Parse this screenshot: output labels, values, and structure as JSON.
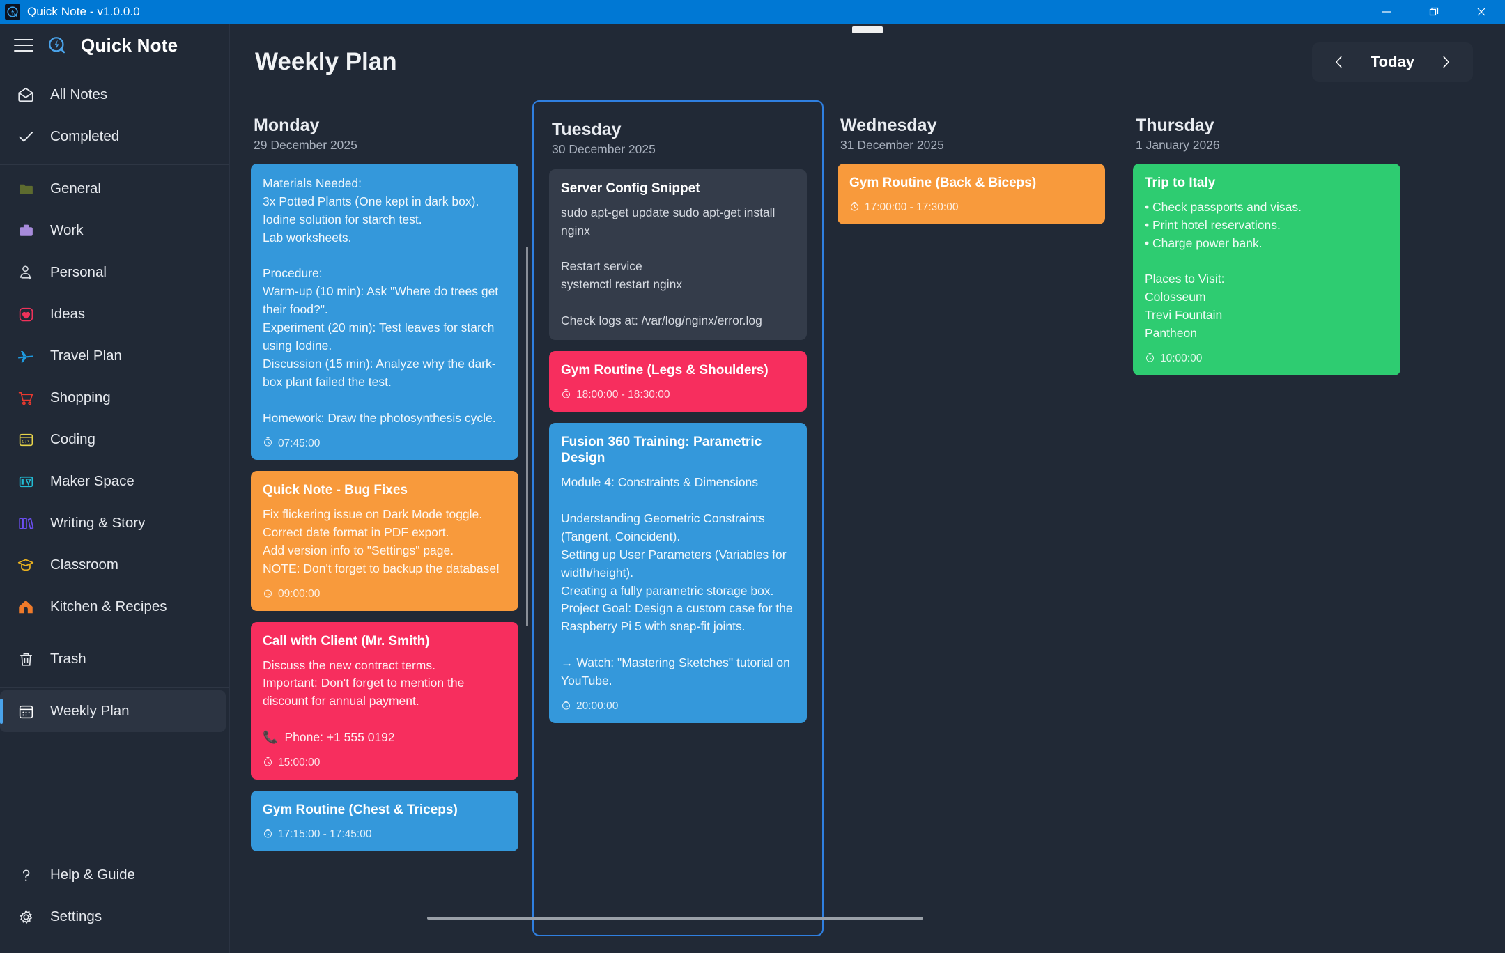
{
  "window": {
    "title": "Quick Note - v1.0.0.0",
    "app_icon": "quick-note-logo-icon",
    "minimize": "minimize-icon",
    "maximize": "restore-icon",
    "close": "close-icon"
  },
  "sidebar": {
    "brand": "Quick Note",
    "menu_icon": "hamburger-icon",
    "top_items": [
      {
        "label": "All Notes",
        "icon": "envelope-icon"
      },
      {
        "label": "Completed",
        "icon": "check-icon"
      }
    ],
    "folders": [
      {
        "label": "General",
        "icon": "folder-icon",
        "color": "#5d6b2f"
      },
      {
        "label": "Work",
        "icon": "briefcase-icon",
        "color": "#a78bdb"
      },
      {
        "label": "Personal",
        "icon": "person-icon",
        "color": "#d5d9df"
      },
      {
        "label": "Ideas",
        "icon": "heart-icon",
        "color": "#f0325a"
      },
      {
        "label": "Travel Plan",
        "icon": "airplane-icon",
        "color": "#1e9ae0"
      },
      {
        "label": "Shopping",
        "icon": "shopping-cart-icon",
        "color": "#e8392f"
      },
      {
        "label": "Coding",
        "icon": "terminal-icon",
        "color": "#e8d44a"
      },
      {
        "label": "Maker Space",
        "icon": "toolbox-icon",
        "color": "#22bcd4"
      },
      {
        "label": "Writing & Story",
        "icon": "books-icon",
        "color": "#6b4ef0"
      },
      {
        "label": "Classroom",
        "icon": "graduation-cap-icon",
        "color": "#e8b020"
      },
      {
        "label": "Kitchen & Recipes",
        "icon": "house-icon",
        "color": "#ef7a2a"
      }
    ],
    "trash": {
      "label": "Trash",
      "icon": "trash-icon"
    },
    "selected": {
      "label": "Weekly Plan",
      "icon": "calendar-icon"
    },
    "bottom_items": [
      {
        "label": "Help & Guide",
        "icon": "question-mark-icon"
      },
      {
        "label": "Settings",
        "icon": "gear-icon"
      }
    ]
  },
  "header": {
    "title": "Weekly Plan",
    "prev": "chevron-left-icon",
    "today": "Today",
    "next": "chevron-right-icon"
  },
  "board": {
    "columns": [
      {
        "day": "Monday",
        "date": "29 December 2025",
        "selected": false,
        "cards": [
          {
            "color": "c-blue",
            "title": "",
            "body": "Materials Needed:\n3x Potted Plants (One kept in dark box).\nIodine solution for starch test.\nLab worksheets.\n\nProcedure:\nWarm-up (10 min): Ask \"Where do trees get their food?\".\nExperiment (20 min): Test leaves for starch using Iodine.\nDiscussion (15 min): Analyze why the dark-box plant failed the test.\n\nHomework: Draw the photosynthesis cycle.",
            "time": "07:45:00"
          },
          {
            "color": "c-orange",
            "title": "Quick Note - Bug Fixes",
            "body": "Fix flickering issue on Dark Mode toggle.\nCorrect date format in PDF export.\nAdd version info to \"Settings\" page.\nNOTE: Don't forget to backup the database!",
            "time": "09:00:00"
          },
          {
            "color": "c-pink",
            "title": "Call with Client (Mr. Smith)",
            "body": "Discuss the new contract terms.\nImportant: Don't forget to mention the discount for annual payment.\n\n📞  Phone: +1 555 0192",
            "time": "15:00:00"
          },
          {
            "color": "c-blue",
            "title": "Gym Routine (Chest & Triceps)",
            "body": "",
            "time": "17:15:00  -  17:45:00"
          }
        ]
      },
      {
        "day": "Tuesday",
        "date": "30 December 2025",
        "selected": true,
        "cards": [
          {
            "color": "c-dark",
            "title": "Server Config Snippet",
            "body": "sudo apt-get update sudo apt-get install nginx\n\nRestart service\nsystemctl restart nginx\n\nCheck logs at: /var/log/nginx/error.log",
            "time": ""
          },
          {
            "color": "c-pink",
            "title": "Gym Routine (Legs & Shoulders)",
            "body": "",
            "time": "18:00:00  -  18:30:00"
          },
          {
            "color": "c-blue",
            "title": "Fusion 360 Training: Parametric Design",
            "body": "Module 4: Constraints & Dimensions\n\nUnderstanding Geometric Constraints (Tangent, Coincident).\nSetting up User Parameters (Variables for width/height).\nCreating a fully parametric storage box.\nProject Goal: Design a custom case for the Raspberry Pi 5 with snap-fit joints.\n\n→ Watch: \"Mastering Sketches\" tutorial on YouTube.",
            "time": "20:00:00"
          }
        ]
      },
      {
        "day": "Wednesday",
        "date": "31 December 2025",
        "selected": false,
        "cards": [
          {
            "color": "c-orange",
            "title": "Gym Routine (Back & Biceps)",
            "body": "",
            "time": "17:00:00  -  17:30:00"
          }
        ]
      },
      {
        "day": "Thursday",
        "date": "1 January 2026",
        "selected": false,
        "cards": [
          {
            "color": "c-green",
            "title": "Trip to Italy",
            "body": "• Check passports and visas.\n• Print hotel reservations.\n• Charge power bank.\n\nPlaces to Visit:\nColosseum\nTrevi Fountain\nPantheon",
            "time": "10:00:00"
          }
        ]
      }
    ]
  },
  "colors": {
    "titlebar": "#0078d4",
    "accent": "#4aa3ea",
    "surface": "#212936",
    "card_blue": "#3498db",
    "card_orange": "#f89a3c",
    "card_pink": "#f72e5e",
    "card_green": "#2ecc71",
    "card_dark": "#343c4a"
  }
}
